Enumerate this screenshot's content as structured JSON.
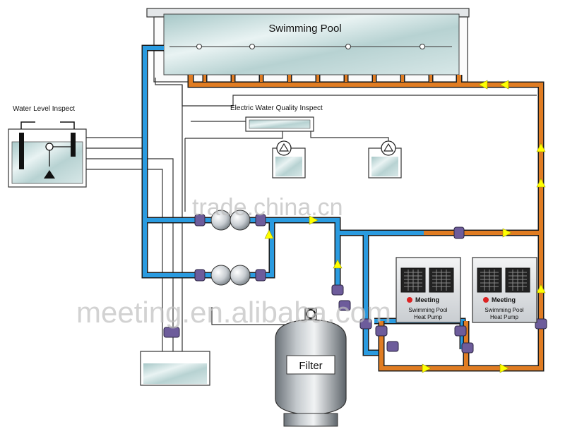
{
  "diagram": {
    "pool_label": "Swimming Pool",
    "level_inspect_label": "Water Level Inspect",
    "quality_inspect_label": "Electric Water Quality Inspect",
    "filter_label": "Filter",
    "heat_pumps": [
      {
        "brand": "Meeting",
        "line1": "Swimming Pool",
        "line2": "Heat Pump"
      },
      {
        "brand": "Meeting",
        "line1": "Swimming Pool",
        "line2": "Heat Pump"
      }
    ]
  },
  "watermarks": [
    "trade.china.cn",
    "meeting.en.alibaba.com"
  ],
  "colors": {
    "cold_pipe": "#2a9be0",
    "hot_pipe": "#e07c22",
    "flow_arrow": "#ffff00",
    "valve": "#6d5c9b",
    "pool_glass": "#c9dfe0",
    "filter_body": "#8a9096"
  }
}
